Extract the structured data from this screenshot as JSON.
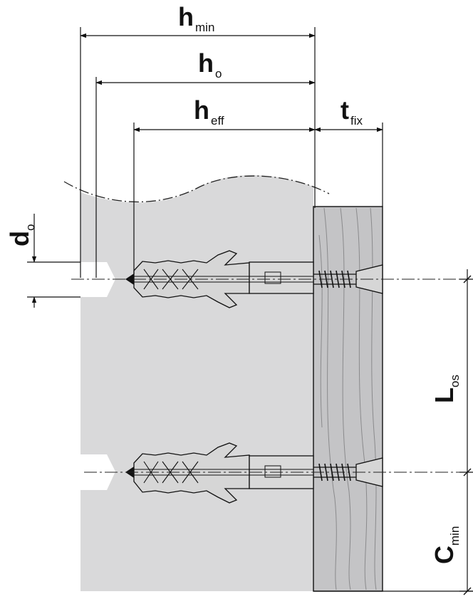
{
  "labels": {
    "h_min": {
      "main": "h",
      "sub": "min"
    },
    "h_o": {
      "main": "h",
      "sub": "o"
    },
    "h_eff": {
      "main": "h",
      "sub": "eff"
    },
    "t_fix": {
      "main": "t",
      "sub": "fix"
    },
    "d_o": {
      "main": "d",
      "sub": "o"
    },
    "L_os": {
      "main": "L",
      "sub": "os"
    },
    "C_min": {
      "main": "C",
      "sub": "min"
    }
  },
  "colors": {
    "base_material": "#d9d9da",
    "fixture_wood": "#c4c4c6",
    "wood_grain": "#8a8a8c",
    "anchor_plug": "#d6d6d6",
    "line": "#111111"
  }
}
